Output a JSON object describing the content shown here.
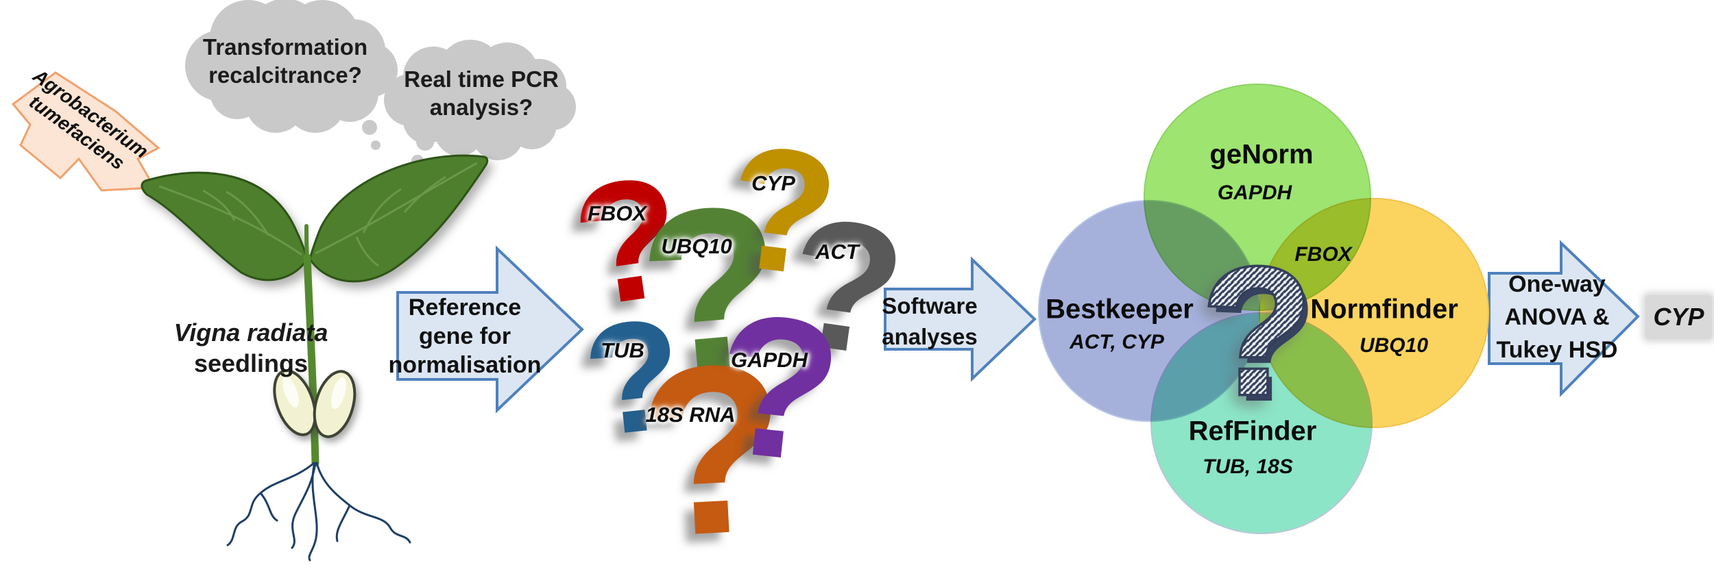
{
  "cloud_color": "#c9c9c9",
  "thought_clouds": [
    {
      "lines": [
        "Transformation",
        "recalcitrance?"
      ]
    },
    {
      "lines": [
        "Real time PCR",
        "analysis?"
      ]
    }
  ],
  "agrobacterium": {
    "line1": "Agrobacterium",
    "line2": "tumefaciens",
    "fill": "#fce5d4",
    "border": "#efa26e"
  },
  "seedling_label": {
    "species": "Vigna radiata",
    "rest": "seedlings"
  },
  "flow_arrows": {
    "fill": "#dce6f2",
    "border": "#4f81bd",
    "reference": {
      "lines": [
        "Reference",
        "gene for",
        "normalisation"
      ]
    },
    "software": {
      "lines": [
        "Software",
        "analyses"
      ]
    },
    "anova": {
      "lines": [
        "One-way",
        "ANOVA &",
        "Tukey HSD"
      ]
    }
  },
  "candidate_genes": [
    {
      "label": "FBOX",
      "glyph": "?",
      "color": "#c00000"
    },
    {
      "label": "UBQ10",
      "glyph": "?",
      "color": "#548235"
    },
    {
      "label": "CYP",
      "glyph": "?",
      "color": "#bf9000"
    },
    {
      "label": "ACT",
      "glyph": "?",
      "color": "#595959"
    },
    {
      "label": "TUB",
      "glyph": "?",
      "color": "#23608f"
    },
    {
      "label": "18S RNA",
      "glyph": "?",
      "color": "#c55a11"
    },
    {
      "label": "GAPDH",
      "glyph": "?",
      "color": "#7030a0"
    }
  ],
  "venn": {
    "tools": [
      {
        "name": "geNorm",
        "best_gene": "GAPDH",
        "color": "#9de471"
      },
      {
        "name": "Bestkeeper",
        "best_gene": "ACT, CYP",
        "color": "#a5b1db"
      },
      {
        "name": "Normfinder",
        "best_gene": "UBQ10",
        "color": "#fbd460"
      },
      {
        "name": "RefFinder",
        "best_gene": "TUB, 18S",
        "color": "#8ce5c6"
      }
    ],
    "shared_label": "FBOX",
    "center_glyph": "?"
  },
  "result": {
    "label": "CYP",
    "background": "#d9d9d9"
  }
}
